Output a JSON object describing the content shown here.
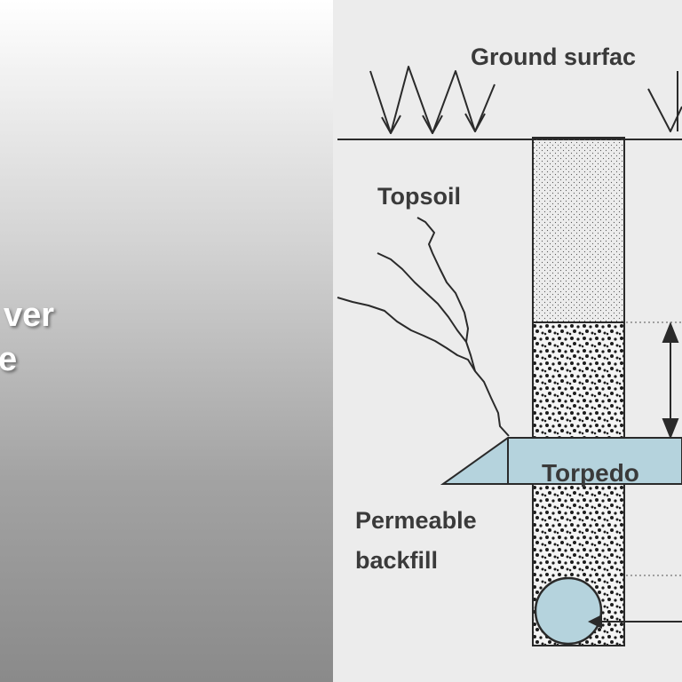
{
  "overlay": {
    "line1": "ver",
    "line2": "e"
  },
  "diagram": {
    "ground_surface_label": "Ground surfac",
    "topsoil_label": "Topsoil",
    "torpedo_label": "Torpedo",
    "backfill_label_line1": "Permeable",
    "backfill_label_line2": "backfill"
  },
  "colors": {
    "torpedo_fill": "#b5d3dd",
    "pipe_fill": "#b5d3dd",
    "line": "#2a2a2a"
  }
}
